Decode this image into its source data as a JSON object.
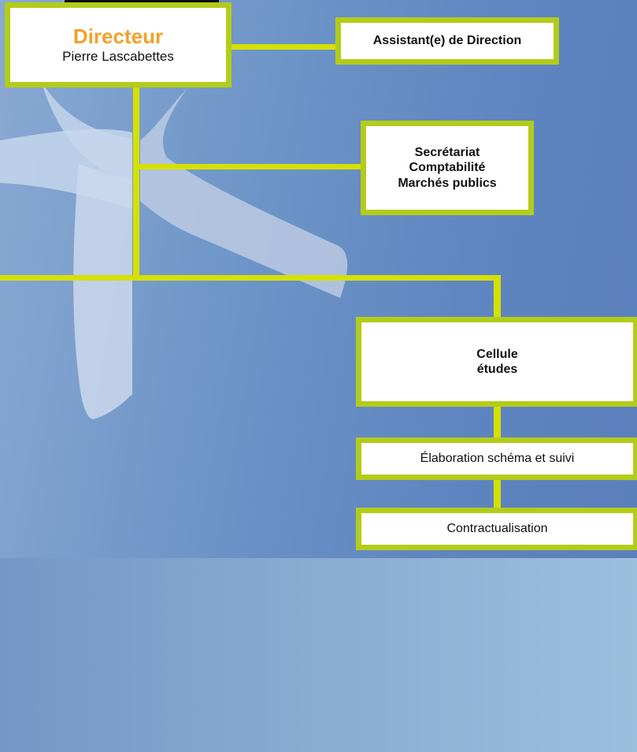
{
  "director": {
    "title": "Directeur",
    "name": "Pierre Lascabettes"
  },
  "assistant": {
    "label": "Assistant(e) de Direction"
  },
  "admin": {
    "lines": [
      "Secrétariat",
      "Comptabilité",
      "Marchés publics"
    ]
  },
  "cellule": {
    "lines": [
      "Cellule",
      "études"
    ]
  },
  "sub_units": [
    "Élaboration schéma et suivi",
    "Contractualisation"
  ],
  "colors": {
    "box_border": "#b3cc1a",
    "connector": "#d6e000",
    "director_title": "#f2a128",
    "background": "#6a90c5"
  }
}
